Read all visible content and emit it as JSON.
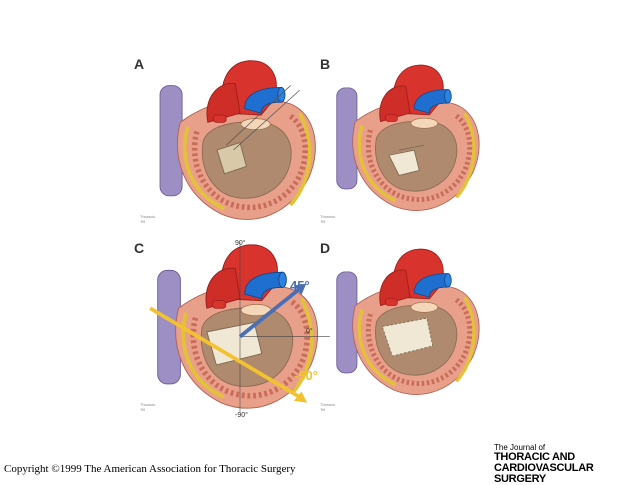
{
  "panels": [
    {
      "letter": "A",
      "credit_line1": "Thoracic",
      "credit_line2": "'99"
    },
    {
      "letter": "B",
      "credit_line1": "Thoracic",
      "credit_line2": "'99"
    },
    {
      "letter": "C",
      "credit_line1": "Thoracic",
      "credit_line2": "'99"
    },
    {
      "letter": "D",
      "credit_line1": "Thoracic",
      "credit_line2": "'99"
    }
  ],
  "angles": {
    "top": "90°",
    "bottom": "-90°",
    "right": "0°",
    "up": "45°",
    "down": "-50°",
    "up_color": "#4a6fb5",
    "down_color": "#f2c230"
  },
  "colors": {
    "aorta": "#d9332e",
    "vena_cava": "#1f6fd1",
    "inferior_vein": "#9d8fc4",
    "myocardium": "#e8a08a",
    "fat": "#e3c23a",
    "cavity": "#b08a6e"
  },
  "copyright": "Copyright ©1999 The American Association for Thoracic Surgery",
  "journal": {
    "line1": "The Journal of",
    "line2": "THORACIC AND",
    "line3": "CARDIOVASCULAR SURGERY"
  }
}
